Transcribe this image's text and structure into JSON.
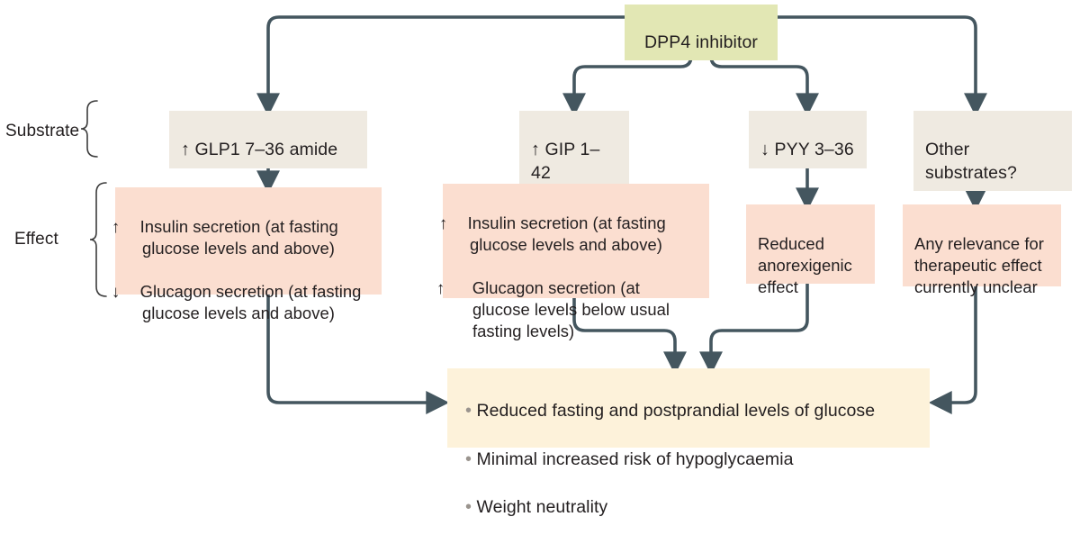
{
  "figure": {
    "type": "flow-diagram",
    "title": "DPP4 inhibitor substrate and effect pathway"
  },
  "colors": {
    "root_box": "#e2e7b4",
    "substrate_box": "#efeae1",
    "effect_box": "#fbded0",
    "outcome_box": "#fdf2da",
    "connector": "#44565f",
    "text": "#231f20",
    "bullet": "#9a948e",
    "background": "#ffffff"
  },
  "row_labels": {
    "substrate": "Substrate",
    "effect": "Effect"
  },
  "root": {
    "label": "DPP4 inhibitor"
  },
  "substrates": [
    {
      "id": "glp1",
      "direction": "↑",
      "label": "GLP1 7–36 amide"
    },
    {
      "id": "gip",
      "direction": "↑",
      "label": "GIP 1–42"
    },
    {
      "id": "pyy",
      "direction": "↓",
      "label": "PYY 3–36"
    },
    {
      "id": "other",
      "direction": "",
      "label": "Other substrates?"
    }
  ],
  "effects": {
    "glp1": {
      "lines": [
        {
          "direction": "↑",
          "text": "Insulin secretion (at fasting\nglucose levels and above)"
        },
        {
          "direction": "↓",
          "text": "Glucagon secretion (at fasting\nglucose levels and above)"
        }
      ]
    },
    "gip": {
      "lines": [
        {
          "direction": "↑",
          "text": "Insulin secretion (at fasting\nglucose levels and above)"
        },
        {
          "direction": "↑",
          "text": " Glucagon secretion (at\nglucose levels below usual\nfasting levels)"
        }
      ]
    },
    "pyy": {
      "text": "Reduced\nanorexigenic\neffect"
    },
    "other": {
      "text": "Any relevance for\ntherapeutic effect\ncurrently unclear"
    }
  },
  "outcome": {
    "bullets": [
      "Reduced fasting and postprandial levels of glucose",
      "Minimal increased risk of hypoglycaemia",
      "Weight neutrality"
    ],
    "bullet_char": "•"
  }
}
